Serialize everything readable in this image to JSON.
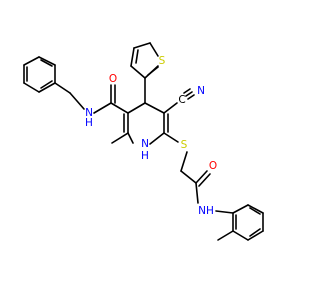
{
  "colors": {
    "background": "#ffffff",
    "bond": "#000000",
    "nitrogen": "#0000ff",
    "oxygen": "#ff0000",
    "sulfur": "#cccc00",
    "carbon_label": "#000000"
  },
  "labels": {
    "nh_amide_top": "H",
    "nh_amide_top_n": "N",
    "o_amide_top": "O",
    "nitrile_c": "C",
    "nitrile_n": "N",
    "thiophene_s": "S",
    "ring_nh_n": "N",
    "ring_nh_h": "H",
    "thioether_s": "S",
    "o_amide_bottom": "O",
    "nh_amide_bottom": "NH"
  }
}
